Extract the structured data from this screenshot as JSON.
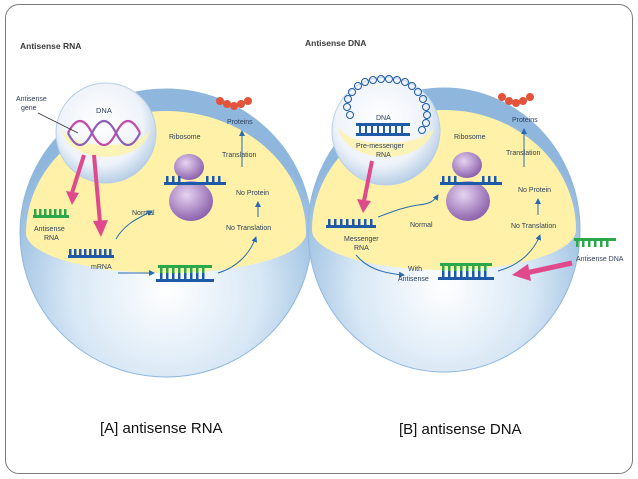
{
  "panels": {
    "a": {
      "title": "Antisense RNA",
      "antisense_gene": [
        "Antisense",
        "gene"
      ],
      "dna": "DNA",
      "antisense_rna": [
        "Antisense",
        "RNA"
      ],
      "mrna": "mRNA",
      "normal": "Normal",
      "ribosome": "Ribosome",
      "proteins": "Proteins",
      "translation": "Translation",
      "no_protein": "No Protein",
      "no_translation": "No Translation",
      "caption": "[A] antisense RNA"
    },
    "b": {
      "title": "Antisense DNA",
      "dna": "DNA",
      "pre_messenger": [
        "Pre-messenger",
        "RNA"
      ],
      "messenger_rna": [
        "Messenger",
        "RNA"
      ],
      "normal": "Normal",
      "ribosome": "Ribosome",
      "proteins": "Proteins",
      "translation": "Translation",
      "no_protein": "No Protein",
      "no_translation": "No Translation",
      "with_antisense": [
        "With",
        "Antisense"
      ],
      "antisense_dna": "Antisense DNA",
      "caption": "[B] antisense DNA"
    }
  },
  "colors": {
    "strand_blue": "#1e5aa8",
    "strand_green": "#2aa84a",
    "arrow_pink": "#e04a8c",
    "ribosome_purple": "#a77bc2",
    "protein_red": "#e2533a",
    "cell_yellow": "#fff1a6",
    "cell_blue": "#a9cbe8"
  }
}
